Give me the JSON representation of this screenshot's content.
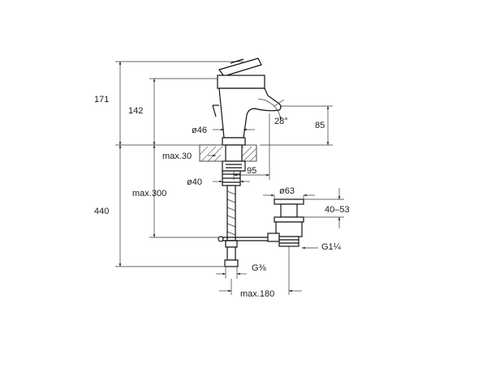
{
  "drawing": {
    "dims": {
      "h_171": "171",
      "h_142": "142",
      "h_440": "440",
      "h_max300": "max.300",
      "h_max30": "max.30",
      "d_46": "ø46",
      "d_40": "ø40",
      "d_63": "ø63",
      "angle_28": "28°",
      "h_85": "85",
      "w_95": "95",
      "h_40_53": "40–53",
      "g_1_1_4": "G1¼",
      "g_3_8": "G⅜",
      "w_max180": "max.180"
    },
    "colors": {
      "line": "#111111",
      "dim_line": "#333333",
      "background": "#ffffff"
    }
  }
}
